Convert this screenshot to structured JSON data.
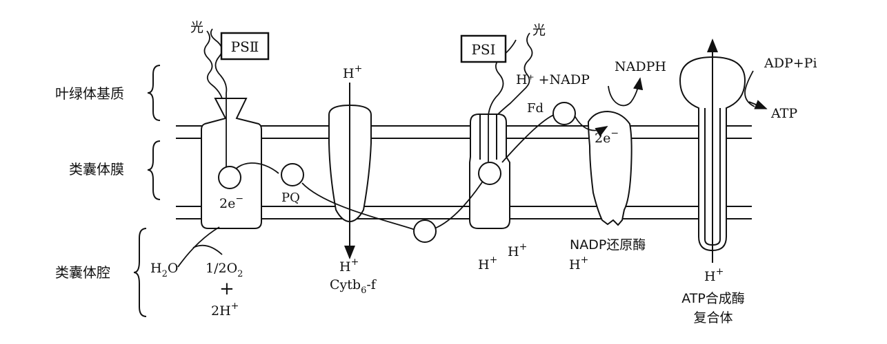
{
  "regions": {
    "stroma": "叶绿体基质",
    "membrane": "类囊体膜",
    "lumen": "类囊体腔"
  },
  "photosystems": {
    "ps2": "PSⅡ",
    "ps1": "PSⅠ",
    "light": "光"
  },
  "labels": {
    "h_plus": "H",
    "plus_sign": "+",
    "two_e": "2e",
    "minus": "−",
    "pq": "PQ",
    "fd": "Fd",
    "h2o_h": "H",
    "h2o_2": "2",
    "h2o_o": "O",
    "o2_half": "1/2O",
    "o2_sub": "2",
    "big_plus": "+",
    "two_h": "2H",
    "cytb_main": "Cytb",
    "cytb_sub": "6",
    "cytb_tail": "-f",
    "nadp_reaction": "H⁺ +NADP",
    "nadph": "NADPH",
    "nadp_reductase": "NADP还原酶",
    "adp_pi": "ADP+Pi",
    "atp": "ATP",
    "atp_synthase_1": "ATP合成酶",
    "atp_synthase_2": "复合体"
  },
  "colors": {
    "ink": "#111111",
    "background": "#ffffff"
  }
}
